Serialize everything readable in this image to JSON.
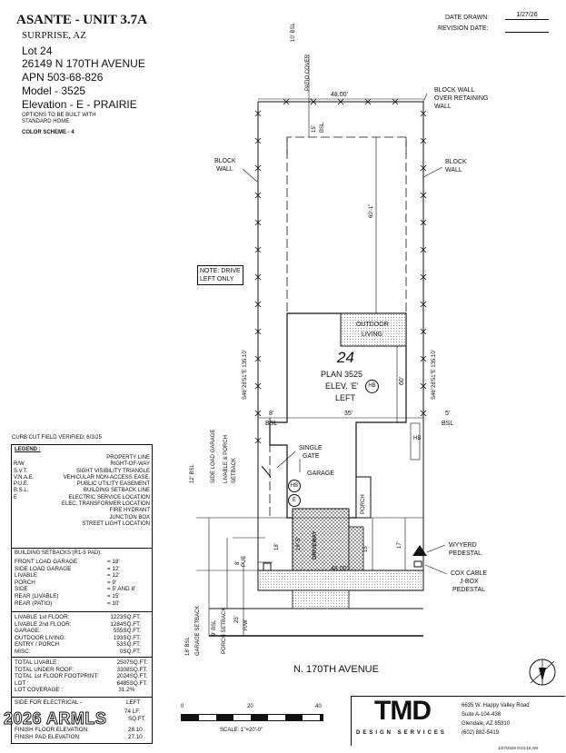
{
  "header": {
    "project": "ASANTE - UNIT 3.7A",
    "city": "SURPRISE, AZ",
    "lot": "Lot 24",
    "address": "26149 N 170TH AVENUE",
    "apn": "APN 503-68-826",
    "model": "Model - 3525",
    "elevation": "Elevation - E - PRAIRIE",
    "options_line1": "OPTIONS TO BE BUILT WITH",
    "options_line2": "STANDARD HOME:",
    "color_scheme": "COLOR SCHEME - 4"
  },
  "date_block": {
    "date_drawn_label": "DATE DRAWN:",
    "date_drawn_value": "1/27/26",
    "revision_label": "REVISION DATE:",
    "revision_value": ""
  },
  "site": {
    "lot_number": "24",
    "plan": "PLAN 3525",
    "elev": "ELEV. 'E'",
    "hand": "LEFT",
    "outdoor_living_1": "OUTDOOR",
    "outdoor_living_2": "LIVING",
    "garage": "GARAGE",
    "porch": "PORCH",
    "driveway": "DRIVEWAY",
    "single_gate_1": "SINGLE",
    "single_gate_2": "GATE",
    "hb": "HB",
    "e": "E",
    "note_1": "NOTE: DRIVE",
    "note_2": "LEFT ONLY",
    "block_wall_1": "BLOCK",
    "block_wall_2": "WALL",
    "block_wall_retain_1": "BLOCK WALL",
    "block_wall_retain_2": "OVER RETAINING",
    "block_wall_retain_3": "WALL",
    "patio_cover_1": "10' BSL",
    "patio_cover_2": "PATIO COVER",
    "rear_width": "48.00'",
    "front_width": "48.00'",
    "rear_bsl": "15'",
    "bsl": "BSL",
    "depth_rear": "60'-1\"",
    "depth_house": "60'",
    "house_width": "35'",
    "side_left": "8'",
    "side_right": "5'",
    "bearing_left": "S46°28'51\"E 135.10'",
    "bearing_right": "S46°28'51\"E 135.10'",
    "side_garage_1": "SIDE LOAD GARAGE",
    "side_garage_2": "LIVABLE & PORCH",
    "side_garage_3": "SETBACK",
    "bsl_12": "12' BSL",
    "bsl_18": "18' BSL",
    "garage_setback": "GARAGE SETBACK",
    "bsl_9": "9' BSL",
    "porch_setback": "PORCH SETBACK",
    "dim_18": "18'",
    "dim_18_5": "18'-5\"",
    "dim_15": "15'",
    "dim_17": "17'",
    "dim_8": "8'",
    "dim_25": "25'",
    "pue": "PUE",
    "rw": "R/W",
    "street": "N. 170TH AVENUE",
    "wyyerd_1": "WYYERD",
    "wyyerd_2": "PEDESTAL",
    "cox_1": "COX CABLE",
    "cox_2": "J-BOX",
    "cox_3": "PEDESTAL"
  },
  "curb_cut": "CURB CUT FIELD VERIFIED: 6/3/25",
  "legend": {
    "title": "LEGEND :",
    "items": [
      {
        "sym": "",
        "label": "PROPERTY LINE"
      },
      {
        "sym": "R/W",
        "label": "RIGHT-OF-WAY"
      },
      {
        "sym": "S.V.T.",
        "label": "SIGHT VISIBILITY TRIANGLE"
      },
      {
        "sym": "V.N.A.E.",
        "label": "VEHICULAR NON-ACCESS EASE."
      },
      {
        "sym": "P.U.E.",
        "label": "PUBLIC UTILITY EASEMENT"
      },
      {
        "sym": "B.S.L.",
        "label": "BUILDING SETBACK LINE"
      },
      {
        "sym": "E",
        "label": "ELECTRIC SERVICE LOCATION"
      },
      {
        "sym": "",
        "label": "ELEC. TRANSFORMER LOCATION"
      },
      {
        "sym": "",
        "label": "FIRE HYDRANT"
      },
      {
        "sym": "",
        "label": "JUNCTION BOX"
      },
      {
        "sym": "",
        "label": "STREET LIGHT LOCATION"
      }
    ]
  },
  "setbacks": {
    "title": "BUILDING SETBACKS (R1-5 PAD):",
    "rows": [
      {
        "label": "FRONT LOAD GARAGE",
        "value": "= 18'"
      },
      {
        "label": "SIDE LOAD GARAGE",
        "value": "= 12'"
      },
      {
        "label": "LIVABLE",
        "value": "= 12'"
      },
      {
        "label": "PORCH",
        "value": "= 9'"
      },
      {
        "label": "SIDE",
        "value": "= 5' AND 8'"
      },
      {
        "label": "REAR (LIVABLE)",
        "value": "= 15'"
      },
      {
        "label": "REAR (PATIO)",
        "value": "= 10'"
      }
    ]
  },
  "areas": {
    "group1": [
      {
        "label": "LIVABLE 1st FLOOR:",
        "value": "1223",
        "unit": "SQ.FT."
      },
      {
        "label": "LIVABLE 2nd FLOOR:",
        "value": "1284",
        "unit": "SQ.FT."
      },
      {
        "label": "GARAGE:",
        "value": "555",
        "unit": "SQ.FT."
      },
      {
        "label": "OUTDOOR LIVING:",
        "value": "193",
        "unit": "SQ.FT."
      },
      {
        "label": "ENTRY / PORCH",
        "value": "53",
        "unit": "SQ.FT."
      },
      {
        "label": "MISC:",
        "value": "0",
        "unit": "SQ.FT."
      }
    ],
    "group2": [
      {
        "label": "TOTAL LIVABLE :",
        "value": "2507",
        "unit": "SQ.FT."
      },
      {
        "label": "TOTAL UNDER ROOF:",
        "value": "3308",
        "unit": "SQ.FT."
      },
      {
        "label": "TOTAL 1st FLOOR FOOTPRINT:",
        "value": "2024",
        "unit": "SQ.FT."
      },
      {
        "label": "LOT :",
        "value": "6485",
        "unit": "SQ.FT."
      },
      {
        "label": "LOT COVERAGE :",
        "value": "31.2",
        "unit": "%"
      }
    ],
    "electrical_label": "SIDE FOR ELECTRICAL -",
    "electrical_value": "LEFT",
    "partial_1": "74 LF.",
    "partial_2": "SQ.FT.",
    "ff_label": "FINISH FLOOR ELEVATION:",
    "ff_value": "28.10",
    "fp_label": "FINISH PAD ELEVATION:",
    "fp_value": "27.10"
  },
  "watermark": "2026 ARMLS",
  "scale": {
    "ticks": [
      "0",
      "20",
      "40"
    ],
    "label": "SCALE: 1\"=20'-0\""
  },
  "company": {
    "logo": "TMD",
    "tagline": "DESIGN SERVICES",
    "addr1": "6635 W. Happy Valley Road",
    "addr2": "Suite A-104-438",
    "addr3": "Glendale, AZ 85310",
    "phone": "(602) 882-5419"
  },
  "footer_stamp": "1/27/2026 9:04:15 AM"
}
